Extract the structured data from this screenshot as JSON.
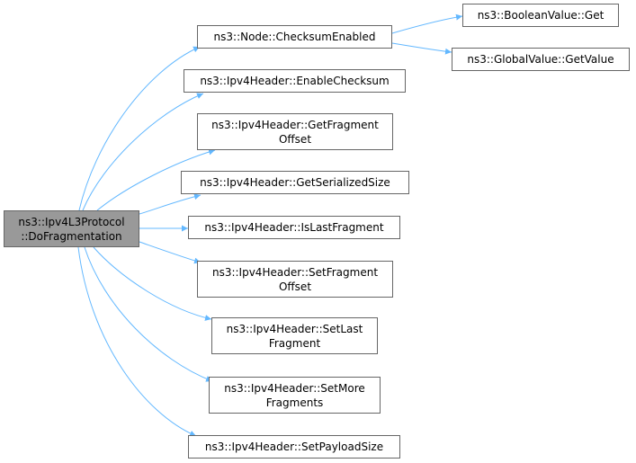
{
  "graph": {
    "root": {
      "line1": "ns3::Ipv4L3Protocol",
      "line2": "::DoFragmentation"
    },
    "nodes": {
      "checksum_enabled": {
        "line1": "ns3::Node::ChecksumEnabled"
      },
      "boolean_get": {
        "line1": "ns3::BooleanValue::Get"
      },
      "global_get_value": {
        "line1": "ns3::GlobalValue::GetValue"
      },
      "enable_checksum": {
        "line1": "ns3::Ipv4Header::EnableChecksum"
      },
      "get_fragment_offset": {
        "line1": "ns3::Ipv4Header::GetFragment",
        "line2": "Offset"
      },
      "get_serialized_size": {
        "line1": "ns3::Ipv4Header::GetSerializedSize"
      },
      "is_last_fragment": {
        "line1": "ns3::Ipv4Header::IsLastFragment"
      },
      "set_fragment_offset": {
        "line1": "ns3::Ipv4Header::SetFragment",
        "line2": "Offset"
      },
      "set_last_fragment": {
        "line1": "ns3::Ipv4Header::SetLast",
        "line2": "Fragment"
      },
      "set_more_fragments": {
        "line1": "ns3::Ipv4Header::SetMore",
        "line2": "Fragments"
      },
      "set_payload_size": {
        "line1": "ns3::Ipv4Header::SetPayloadSize"
      }
    },
    "edges": [
      {
        "from": "root",
        "to": "checksum_enabled"
      },
      {
        "from": "root",
        "to": "enable_checksum"
      },
      {
        "from": "root",
        "to": "get_fragment_offset"
      },
      {
        "from": "root",
        "to": "get_serialized_size"
      },
      {
        "from": "root",
        "to": "is_last_fragment"
      },
      {
        "from": "root",
        "to": "set_fragment_offset"
      },
      {
        "from": "root",
        "to": "set_last_fragment"
      },
      {
        "from": "root",
        "to": "set_more_fragments"
      },
      {
        "from": "root",
        "to": "set_payload_size"
      },
      {
        "from": "checksum_enabled",
        "to": "boolean_get"
      },
      {
        "from": "checksum_enabled",
        "to": "global_get_value"
      }
    ],
    "colors": {
      "edge": "#63b8ff",
      "root_fill": "#999999",
      "node_border": "#666666"
    }
  }
}
